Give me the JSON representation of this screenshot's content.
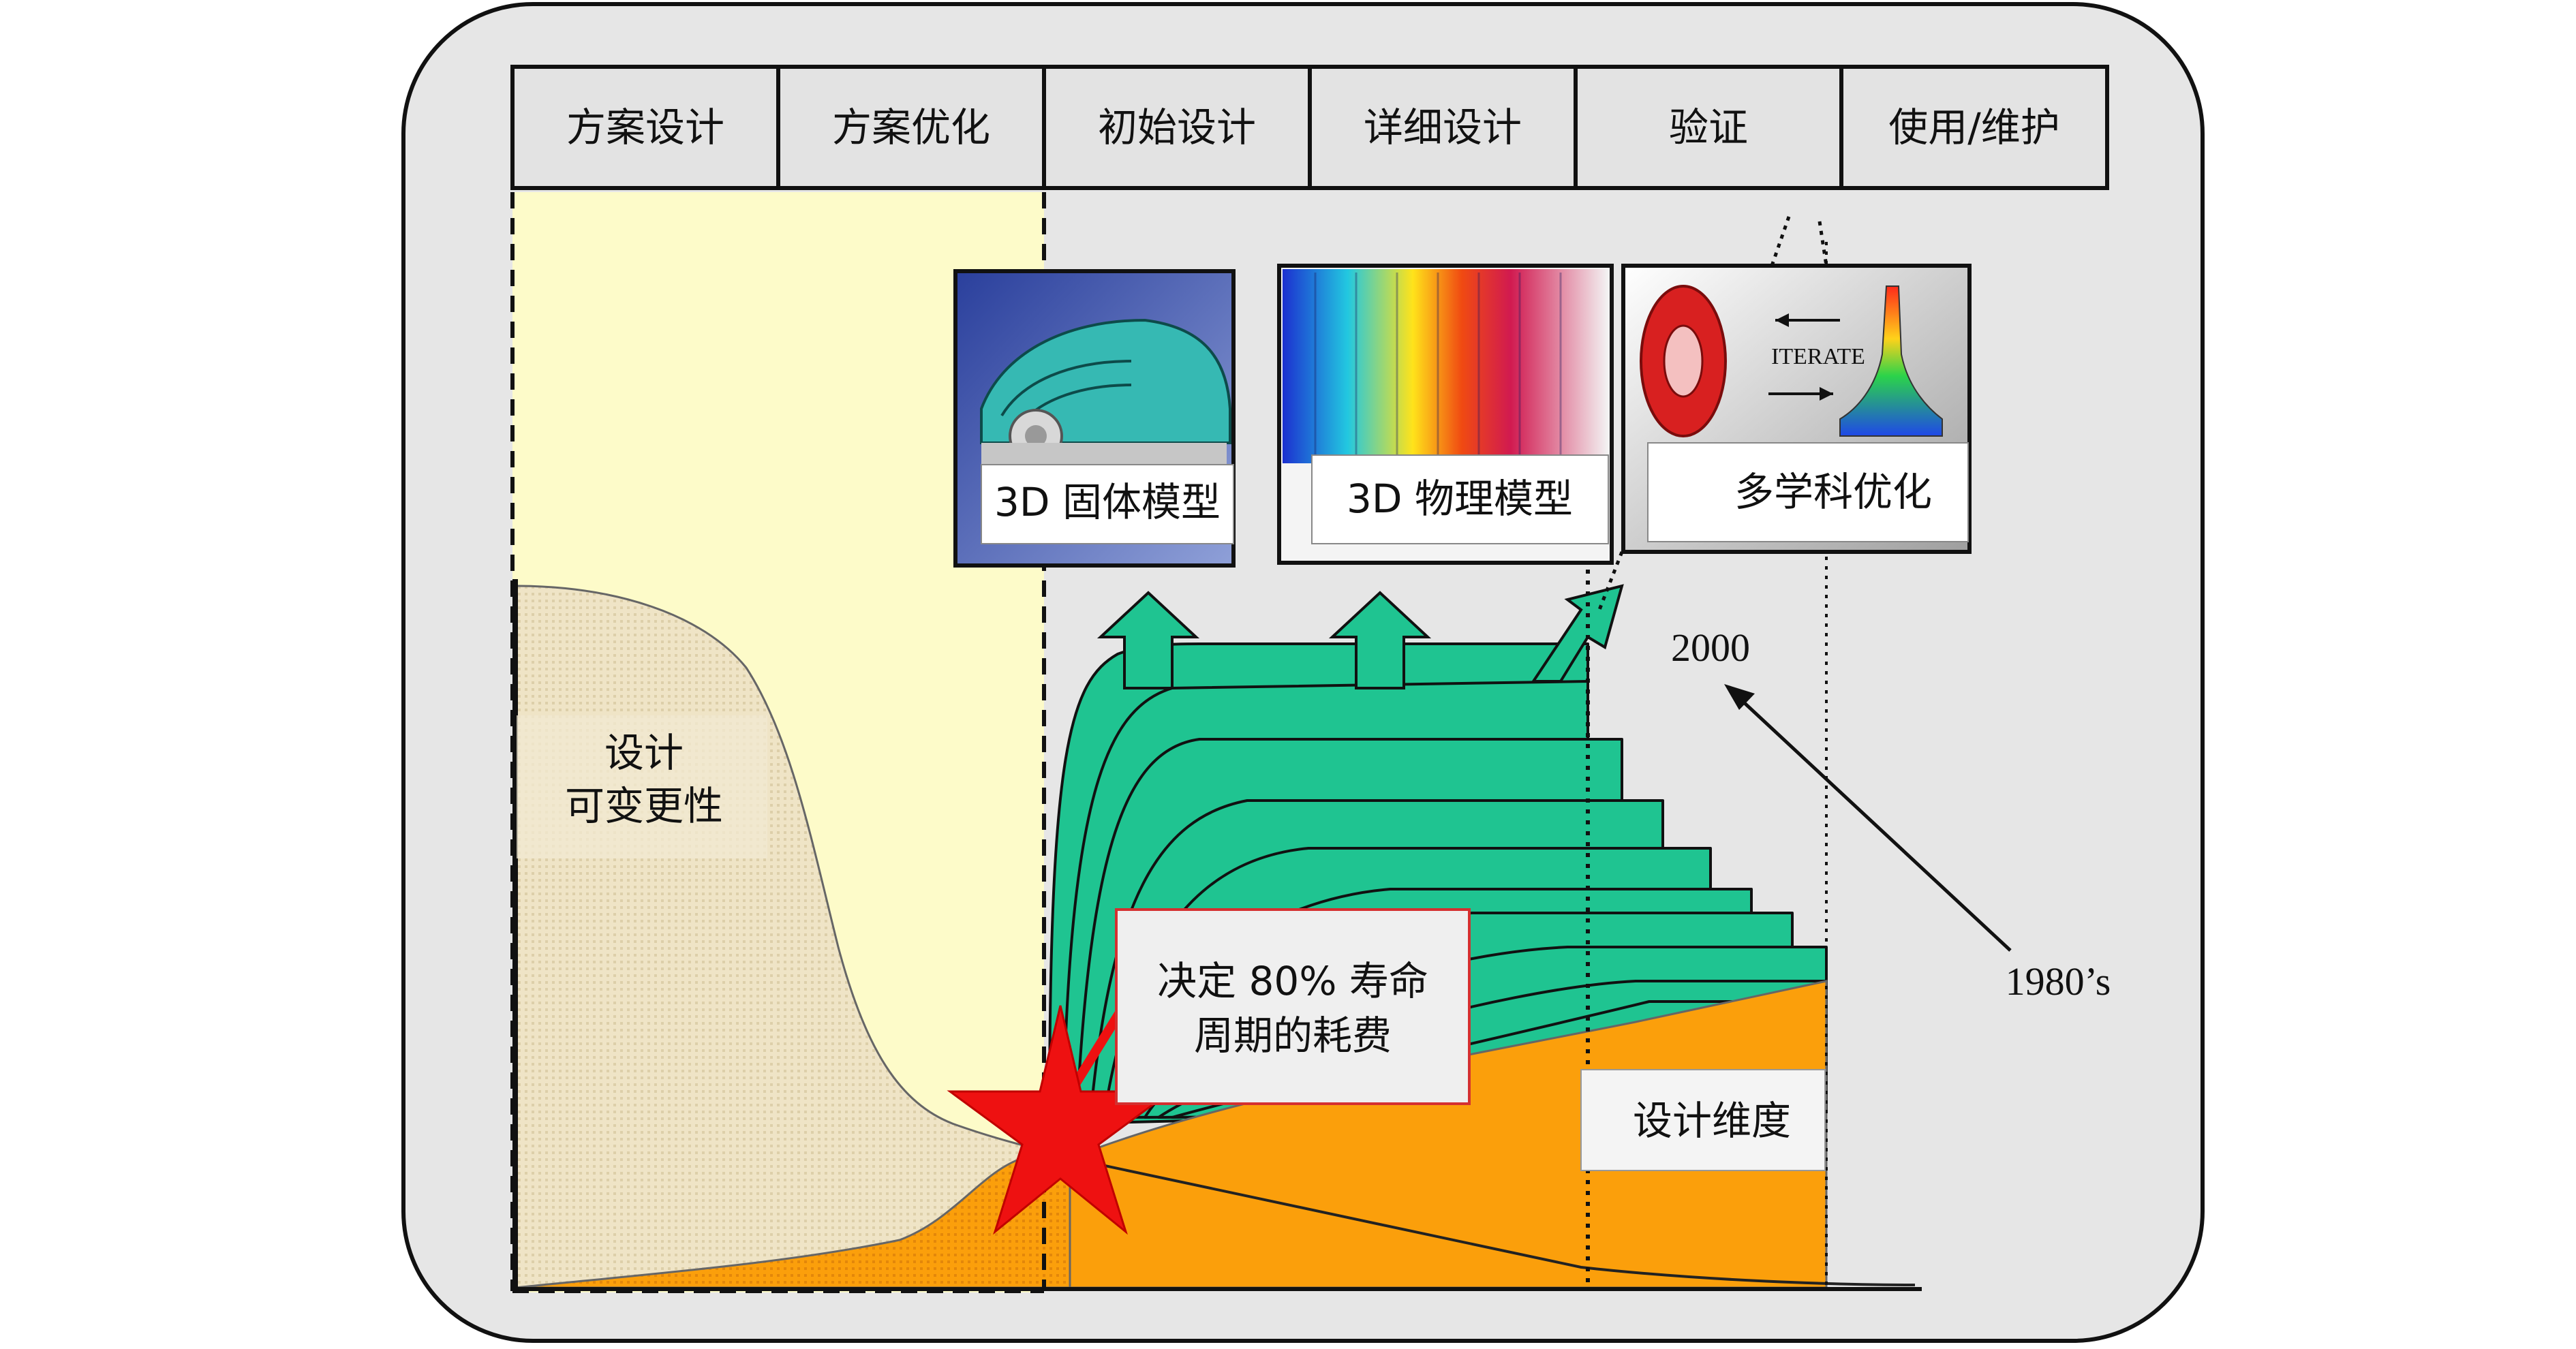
{
  "phases": [
    "方案设计",
    "方案优化",
    "初始设计",
    "详细设计",
    "验证",
    "使用/维护"
  ],
  "labels": {
    "flexibility_line1": "设计",
    "flexibility_line2": "可变更性",
    "cost_line1": "决定 80% 寿命",
    "cost_line2": "周期的耗费",
    "design_dimension": "设计维度",
    "year_2000": "2000",
    "year_1980s": "1980’s"
  },
  "model_panels": [
    {
      "label": "3D 固体模型",
      "image": "turbine-solid-model-icon"
    },
    {
      "label": "3D 物理模型",
      "image": "physics-simulation-icon"
    },
    {
      "label": "多学科优化",
      "image": "multidisciplinary-optimization-icon",
      "inner_text": "ITERATE"
    }
  ],
  "colors": {
    "frame_bg": "#e6e6e6",
    "yellow_zone": "#fdfbc9",
    "flexibility_fill": "#efe4c6",
    "teal": "#1fc491",
    "orange": "#fb9f0b",
    "star": "#ee1111"
  }
}
